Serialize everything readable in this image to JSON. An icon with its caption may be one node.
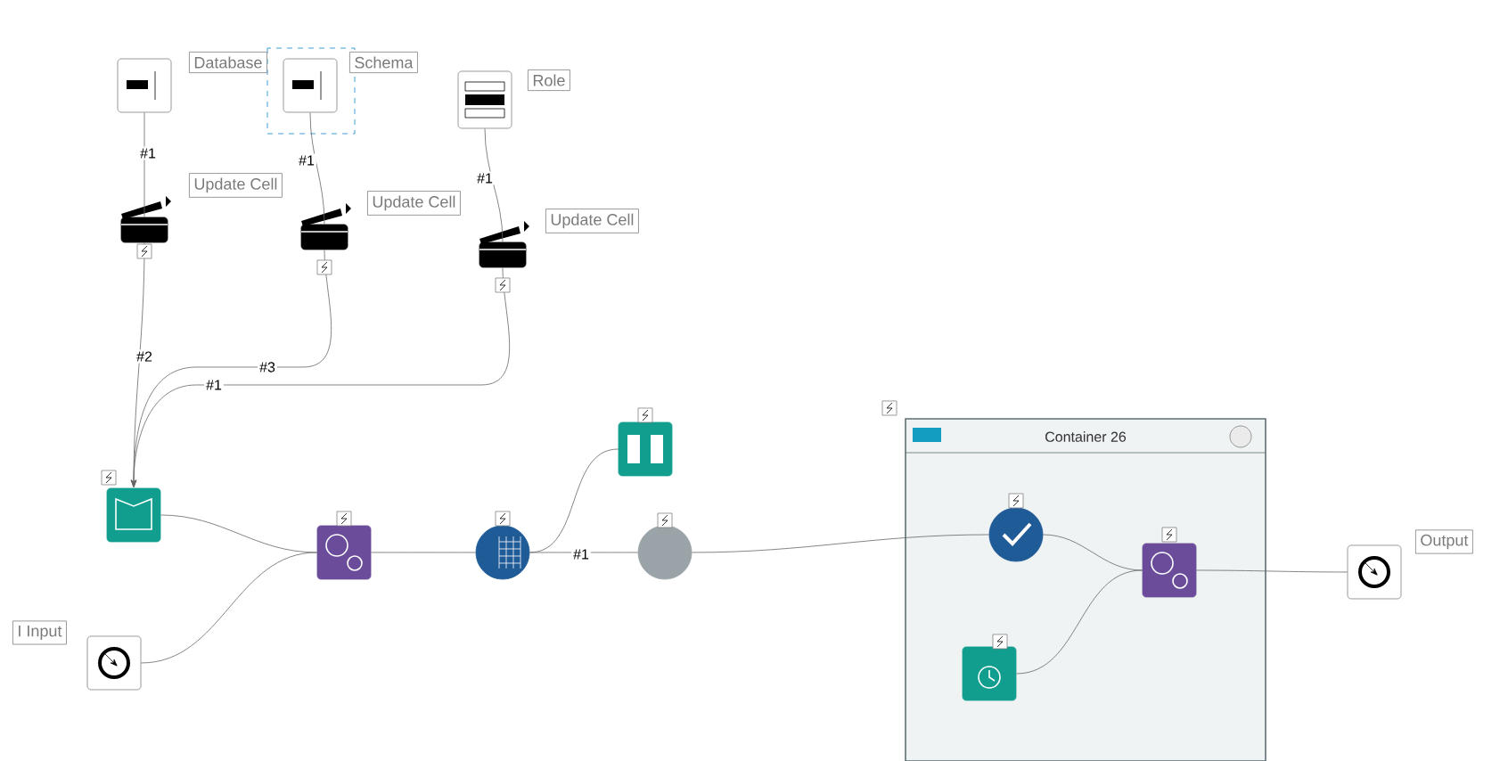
{
  "diagram": {
    "nodes": [
      {
        "text": [],
        "shape": "picture",
        "beside": [
          "Database"
        ]
      },
      {
        "text": [],
        "shape": "picture",
        "beside": [
          "Schema"
        ]
      },
      {
        "text": [],
        "shape": "picture",
        "beside": [
          "Role"
        ]
      },
      {
        "text": [],
        "shape": "picture",
        "beside": [
          "Update Cell"
        ]
      },
      {
        "text": [],
        "shape": "picture",
        "beside": [
          "Update Cell"
        ]
      },
      {
        "text": [],
        "shape": "picture",
        "beside": [
          "Update Cell"
        ]
      },
      {
        "text": [],
        "shape": "picture"
      },
      {
        "text": [],
        "shape": "picture"
      },
      {
        "text": [],
        "shape": "circle"
      },
      {
        "text": [],
        "shape": "picture"
      },
      {
        "text": [],
        "shape": "circle"
      },
      {
        "text": [
          "Container 26"
        ]
      },
      {
        "text": [],
        "shape": "circle",
        "in": 11
      },
      {
        "text": [],
        "shape": "picture",
        "in": 11
      },
      {
        "text": [],
        "shape": "picture",
        "in": 11
      },
      {
        "text": [],
        "shape": "picture",
        "beside": [
          "Output"
        ]
      },
      {
        "text": [],
        "shape": "picture",
        "beside": [
          "I Input"
        ]
      }
    ],
    "edges": [
      {
        "from": 0,
        "to": 3,
        "arrow": "none",
        "label": "#1"
      },
      {
        "from": 1,
        "to": 4,
        "arrow": "none",
        "label": "#1"
      },
      {
        "from": 2,
        "to": 5,
        "arrow": "none",
        "label": "#1"
      },
      {
        "from": 3,
        "to": 6,
        "arrow": "to",
        "label": "#2"
      },
      {
        "from": 4,
        "to": 6,
        "arrow": "to",
        "label": "#3"
      },
      {
        "from": 5,
        "to": 6,
        "arrow": "to",
        "label": "#1"
      },
      {
        "from": 6,
        "to": 7,
        "arrow": "none"
      },
      {
        "from": 16,
        "to": 7,
        "arrow": "none"
      },
      {
        "from": 7,
        "to": 8,
        "arrow": "none"
      },
      {
        "from": 8,
        "to": 9,
        "arrow": "none"
      },
      {
        "from": 8,
        "to": 10,
        "arrow": "none",
        "label": "#1"
      },
      {
        "from": 10,
        "to": 12,
        "arrow": "none"
      },
      {
        "from": 12,
        "to": 13,
        "arrow": "none"
      },
      {
        "from": 14,
        "to": 13,
        "arrow": "none"
      },
      {
        "from": 13,
        "to": 15,
        "arrow": "none"
      }
    ]
  }
}
